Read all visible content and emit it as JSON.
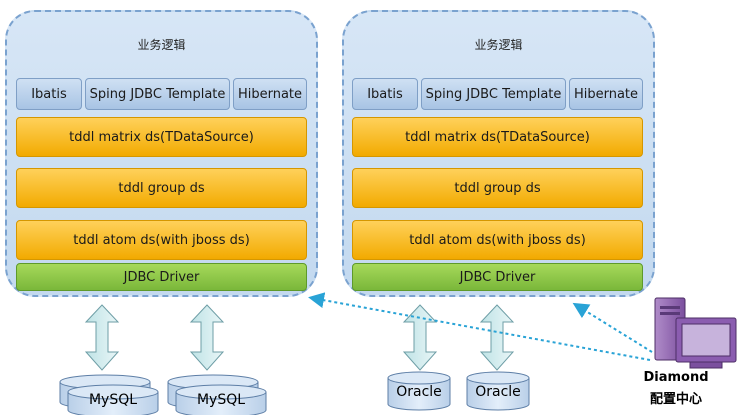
{
  "left_stack": {
    "title": "业务逻辑",
    "orm": [
      "Ibatis",
      "Sping JDBC Template",
      "Hibernate"
    ],
    "matrix": "tddl matrix ds(TDataSource)",
    "group": "tddl group ds",
    "atom": "tddl atom ds(with jboss ds)",
    "driver": "JDBC Driver",
    "databases": [
      "MySQL",
      "MySQL"
    ]
  },
  "right_stack": {
    "title": "业务逻辑",
    "orm": [
      "Ibatis",
      "Sping JDBC Template",
      "Hibernate"
    ],
    "matrix": "tddl matrix ds(TDataSource)",
    "group": "tddl group ds",
    "atom": "tddl atom ds(with jboss ds)",
    "driver": "JDBC Driver",
    "databases": [
      "Oracle",
      "Oracle"
    ]
  },
  "diamond": {
    "name": "Diamond",
    "subtitle": "配置中心"
  },
  "colors": {
    "orange": "#f5b300",
    "green": "#8cc63f",
    "blue": "#b7cfe9",
    "dash": "#29a3d6"
  }
}
